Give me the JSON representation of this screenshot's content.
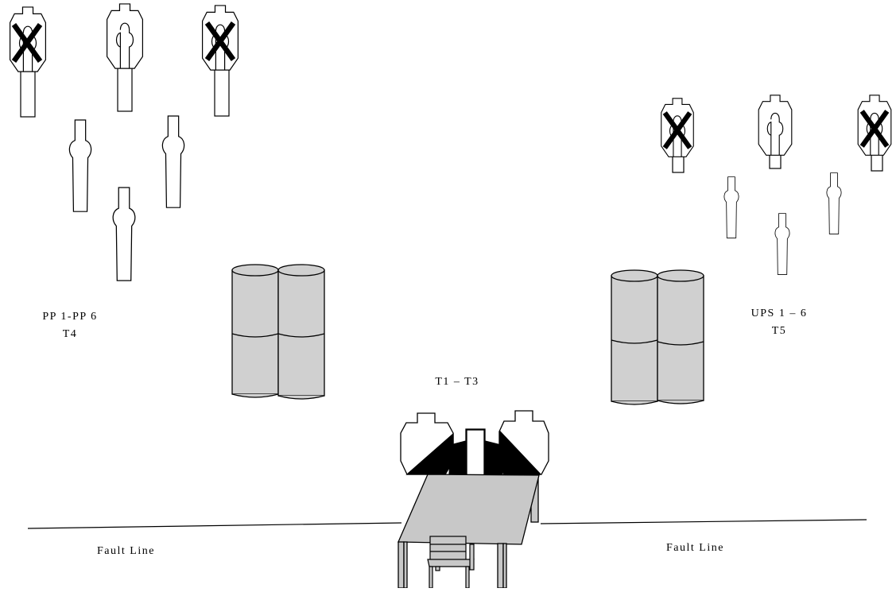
{
  "labels": {
    "left_group_line1": "PP 1-PP 6",
    "left_group_line2": "T4",
    "right_group_line1": "UPS 1 – 6",
    "right_group_line2": "T5",
    "center_group": "T1 – T3",
    "fault_line_left": "Fault Line",
    "fault_line_right": "Fault Line"
  },
  "colors": {
    "stroke": "#000000",
    "barrel_fill": "#d0d0d0",
    "table_fill": "#c8c8c8",
    "target_fill": "#ffffff",
    "no_shoot_mark": "#000000"
  },
  "targets": {
    "pp_group": {
      "count": 6,
      "no_shoot_count": 2
    },
    "ups_group": {
      "count": 6,
      "no_shoot_count": 2
    },
    "t1_t3_group": {
      "count": 3
    }
  }
}
